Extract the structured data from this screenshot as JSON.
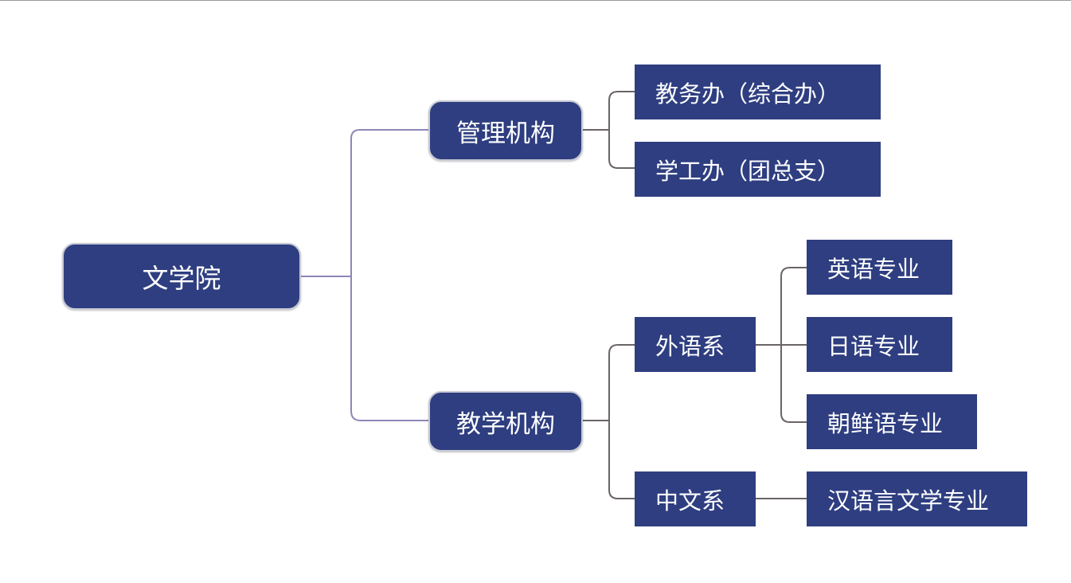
{
  "colors": {
    "node_fill": "#2e3e80",
    "node_text": "#ffffff",
    "link_primary": "#8f86b8",
    "link_secondary": "#6b6464"
  },
  "diagram": {
    "root": {
      "label": "文学院"
    },
    "branches": {
      "management": {
        "label": "管理机构",
        "children": [
          {
            "label": "教务办（综合办）"
          },
          {
            "label": "学工办（团总支）"
          }
        ]
      },
      "teaching": {
        "label": "教学机构",
        "departments": {
          "foreign": {
            "label": "外语系",
            "majors": [
              {
                "label": "英语专业"
              },
              {
                "label": "日语专业"
              },
              {
                "label": "朝鲜语专业"
              }
            ]
          },
          "chinese": {
            "label": "中文系",
            "majors": [
              {
                "label": "汉语言文学专业"
              }
            ]
          }
        }
      }
    }
  }
}
